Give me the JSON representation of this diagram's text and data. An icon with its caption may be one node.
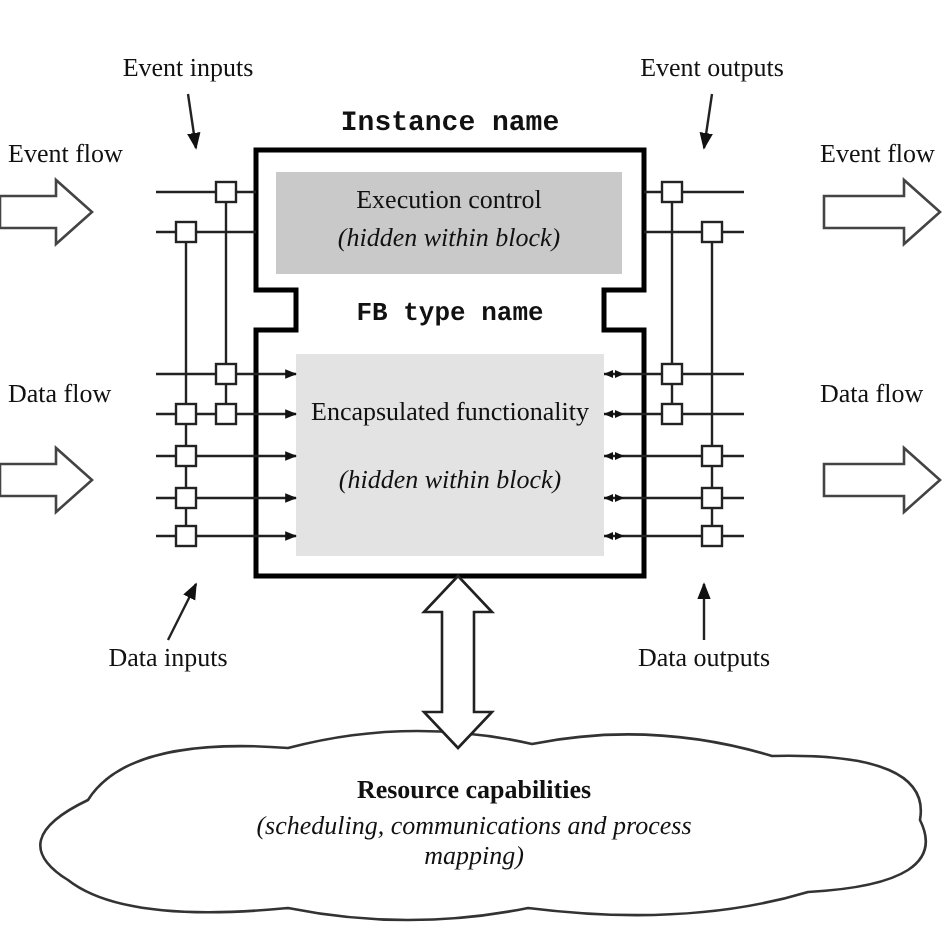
{
  "diagram": {
    "nodes": [
      {
        "text": [
          "Instance name",
          "FB type name"
        ]
      },
      {
        "text": [
          "Execution control",
          "(hidden within block)"
        ],
        "in": 0
      },
      {
        "text": [
          "Encapsulated functionality",
          "(hidden within block)"
        ],
        "in": 0
      },
      {
        "text": [
          "Resource capabilities",
          "(scheduling, communications and process mapping)"
        ]
      },
      {
        "text": [
          "Event inputs"
        ]
      },
      {
        "text": [
          "Event outputs"
        ]
      },
      {
        "text": [
          "Data inputs"
        ]
      },
      {
        "text": [
          "Data outputs"
        ]
      }
    ],
    "edges": [
      {
        "from": 0,
        "to": 3,
        "arrow": "both",
        "style": "thick"
      },
      {
        "from": 4,
        "to": null,
        "arrow": "to"
      },
      {
        "from": 5,
        "to": null,
        "arrow": "to"
      },
      {
        "from": 6,
        "to": null,
        "arrow": "to"
      },
      {
        "from": 7,
        "to": null,
        "arrow": "to"
      },
      {
        "from": null,
        "to": 0,
        "arrow": "none"
      },
      {
        "from": null,
        "to": 0,
        "arrow": "none"
      },
      {
        "from": null,
        "to": 2,
        "arrow": "to"
      },
      {
        "from": null,
        "to": 2,
        "arrow": "to"
      },
      {
        "from": null,
        "to": 2,
        "arrow": "to"
      },
      {
        "from": null,
        "to": 2,
        "arrow": "to"
      },
      {
        "from": null,
        "to": 2,
        "arrow": "to"
      },
      {
        "from": 0,
        "to": null,
        "arrow": "none"
      },
      {
        "from": 0,
        "to": null,
        "arrow": "none"
      },
      {
        "from": 2,
        "to": null,
        "arrow": "other"
      },
      {
        "from": 2,
        "to": null,
        "arrow": "other"
      },
      {
        "from": 2,
        "to": null,
        "arrow": "other"
      },
      {
        "from": 2,
        "to": null,
        "arrow": "other"
      },
      {
        "from": 2,
        "to": null,
        "arrow": "other"
      }
    ],
    "labels": [
      "Event flow",
      "Event flow",
      "Data flow",
      "Data flow"
    ]
  }
}
